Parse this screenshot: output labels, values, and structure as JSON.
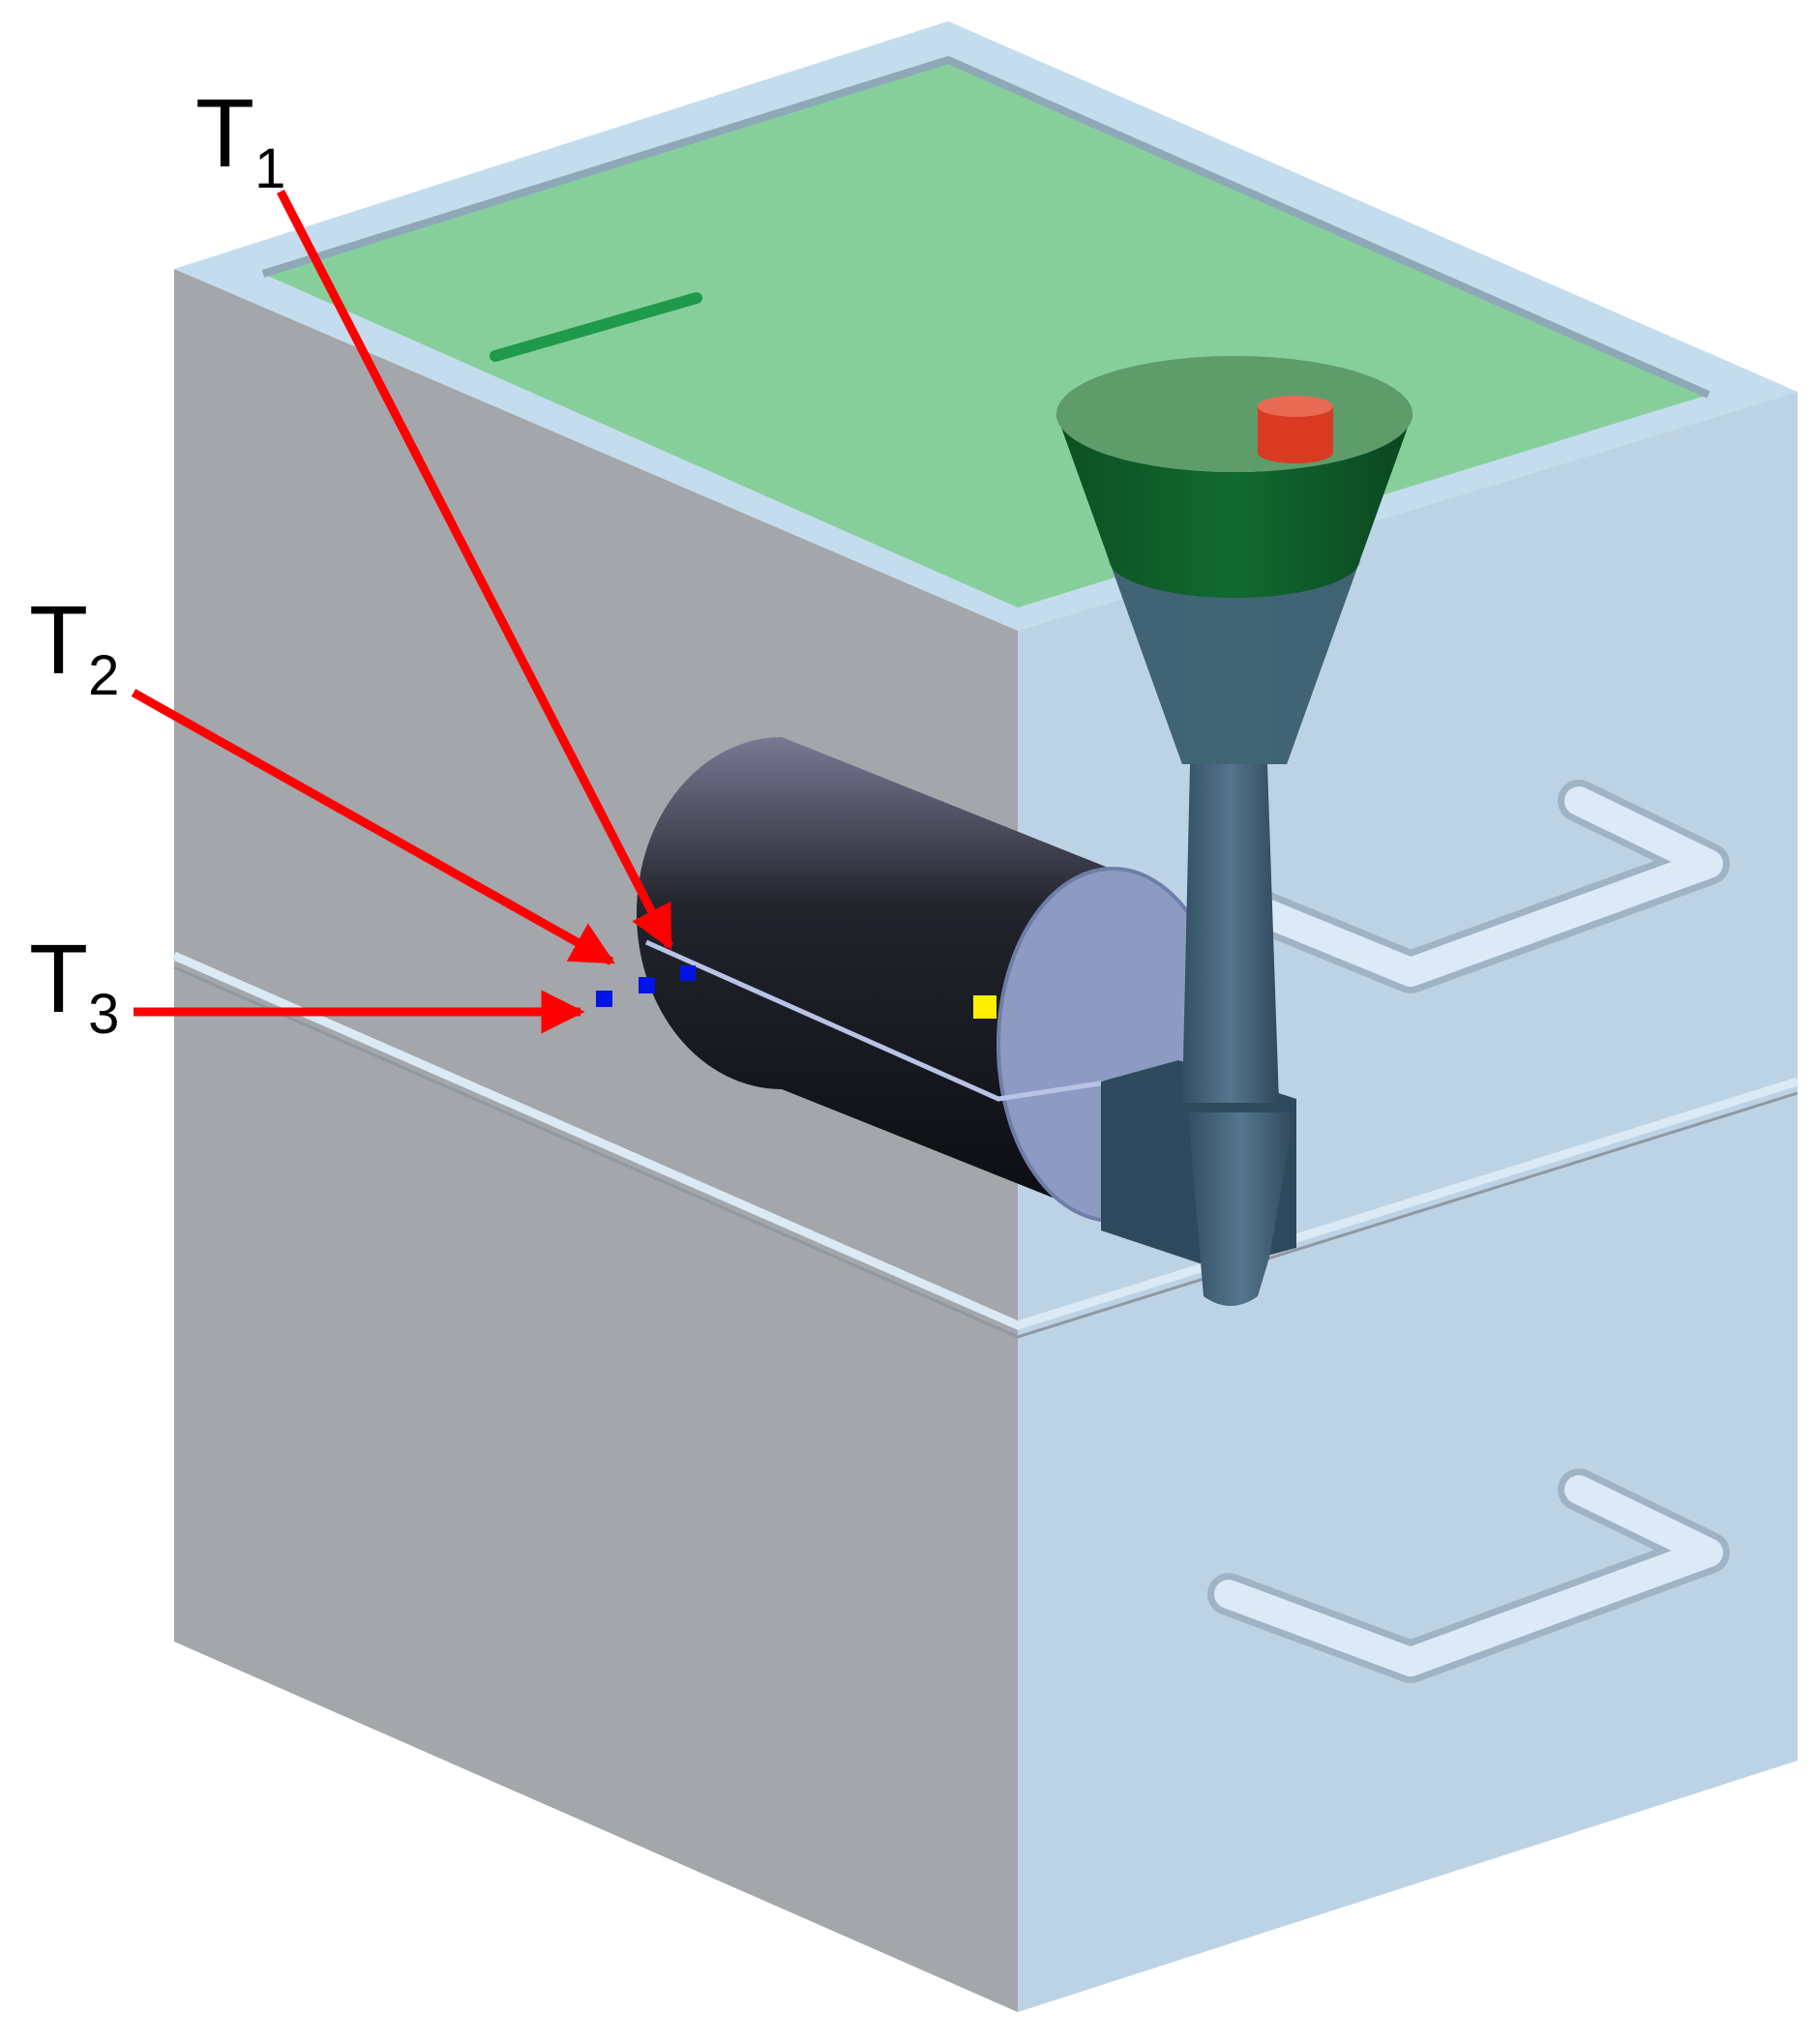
{
  "labels": [
    {
      "letter": "T",
      "sub": "1"
    },
    {
      "letter": "T",
      "sub": "2"
    },
    {
      "letter": "T",
      "sub": "3"
    }
  ],
  "colors": {
    "box_front": "#a3a6aa",
    "box_side": "#bcd3e6",
    "box_rim": "#c3dcee",
    "lid": "#86cf9b",
    "lid_slot": "#1f9a4a",
    "funnel_top": "#5e9c6a",
    "funnel_body": "#0e5a2a",
    "funnel_pipe": "#3f5f78",
    "cylinder_dark": "#12151c",
    "cylinder_end": "#8d9bc3",
    "handle": "#d6e7f4",
    "sensor_marker": "#0014e6",
    "highlight_marker": "#ffee00",
    "red_cap": "#d83a22",
    "arrow": "#ff0000"
  }
}
